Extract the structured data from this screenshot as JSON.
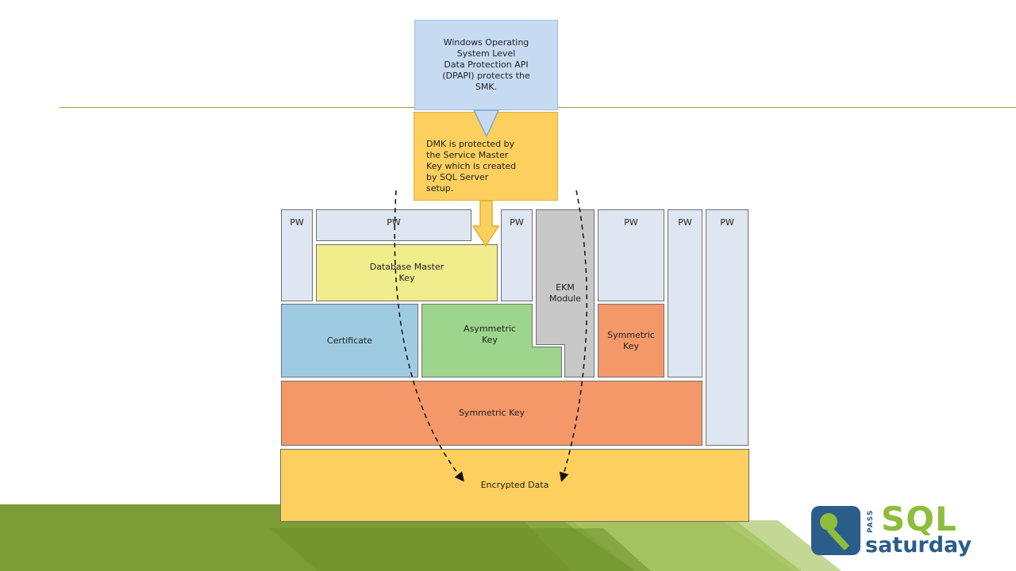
{
  "top_note": "Windows Operating\nSystem Level\nData Protection API\n(DPAPI) protects the\nSMK.",
  "dmk_note": "DMK is protected by\nthe Service Master\nKey which is created\nby SQL Server\nsetup.",
  "pw_label": "PW",
  "database_master_key": "Database Master\nKey",
  "certificate": "Certificate",
  "asymmetric_key": "Asymmetric\nKey",
  "ekm_module": "EKM\nModule",
  "symmetric_key_small": "Symmetric\nKey",
  "symmetric_key": "Symmetric Key",
  "encrypted_data": "Encrypted Data",
  "logo": {
    "pass": "PASS",
    "sql": "SQL",
    "saturday": "saturday"
  },
  "colors": {
    "green_accent": "#8aa845",
    "blue_note": "#c6dbf2",
    "orange_note": "#fdcf5e",
    "pw_fill": "#dde6f1",
    "dmk_fill": "#f1ec8c",
    "certificate_fill": "#9ecbe2",
    "asymmetric_fill": "#9dd58d",
    "ekm_fill": "#c8c8c8",
    "symmetric_fill": "#f49869",
    "encrypted_fill": "#fdcf5e",
    "logo_blue": "#2b5d8a",
    "logo_green": "#8dbd3b"
  }
}
